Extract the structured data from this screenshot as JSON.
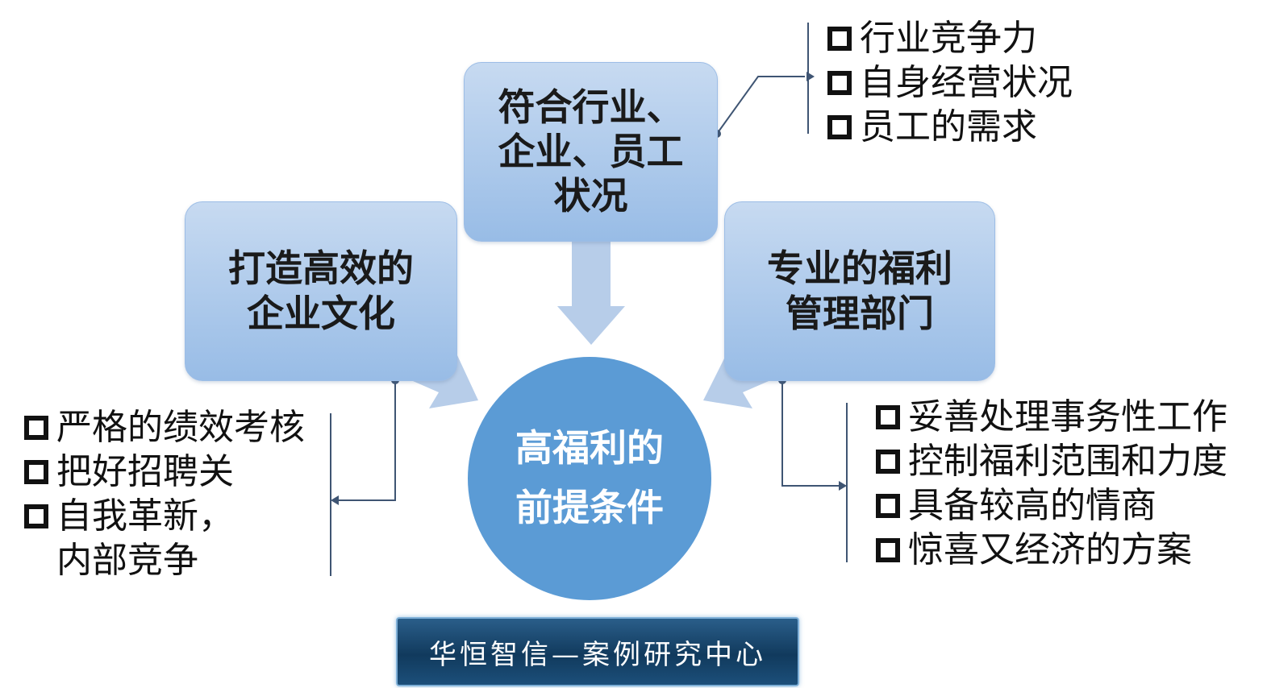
{
  "boxes": {
    "top": "符合行业、\n企业、员工\n状况",
    "left": "打造高效的\n企业文化",
    "right": "专业的福利\n管理部门"
  },
  "center": "高福利的\n前提条件",
  "lists": {
    "top": [
      "行业竞争力",
      "自身经营状况",
      "员工的需求"
    ],
    "left": [
      "严格的绩效考核",
      "把好招聘关",
      "自我革新，\n内部竞争"
    ],
    "right": [
      "妥善处理事务性工作",
      "控制福利范围和力度",
      "具备较高的情商",
      "惊喜又经济的方案"
    ]
  },
  "banner": "华恒智信—案例研究中心",
  "colors": {
    "box_fill": "#a9c8ec",
    "circle_fill": "#5b9bd5",
    "arrow_fill": "#b7cde9",
    "connector": "#3f5573"
  }
}
